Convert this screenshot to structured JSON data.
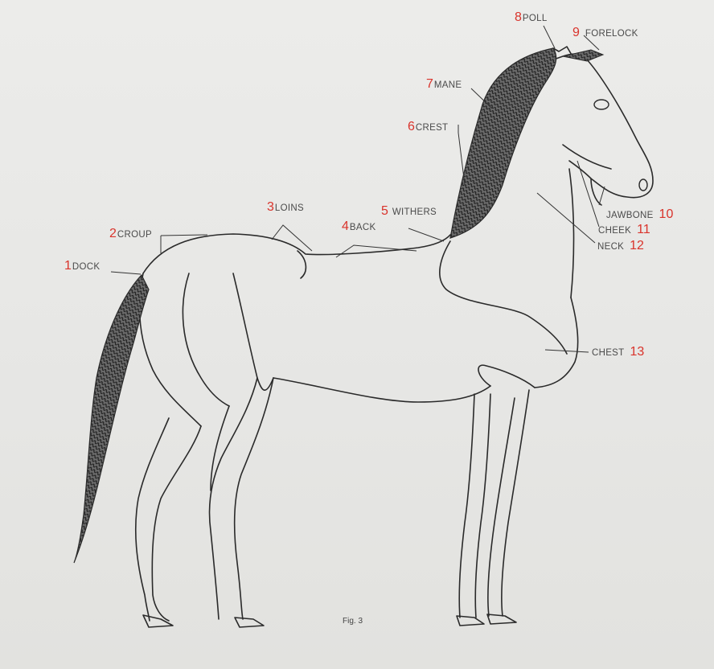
{
  "labels": [
    {
      "num": "1",
      "text": "DOCK"
    },
    {
      "num": "2",
      "text": "CROUP"
    },
    {
      "num": "3",
      "text": "LOINS"
    },
    {
      "num": "4",
      "text": "BACK"
    },
    {
      "num": "5",
      "text": "WITHERS"
    },
    {
      "num": "6",
      "text": "CREST"
    },
    {
      "num": "7",
      "text": "MANE"
    },
    {
      "num": "8",
      "text": "POLL"
    },
    {
      "num": "9",
      "text": "FORELOCK"
    },
    {
      "num": "10",
      "text": "JAWBONE"
    },
    {
      "num": "11",
      "text": "CHEEK"
    },
    {
      "num": "12",
      "text": "NECK"
    },
    {
      "num": "13",
      "text": "CHEST"
    }
  ],
  "caption": "Fig. 3",
  "colors": {
    "label_number": "#d9332b",
    "label_text": "#4a4a4a",
    "line": "#2a2a2a",
    "hair": "#3a3a3a"
  }
}
